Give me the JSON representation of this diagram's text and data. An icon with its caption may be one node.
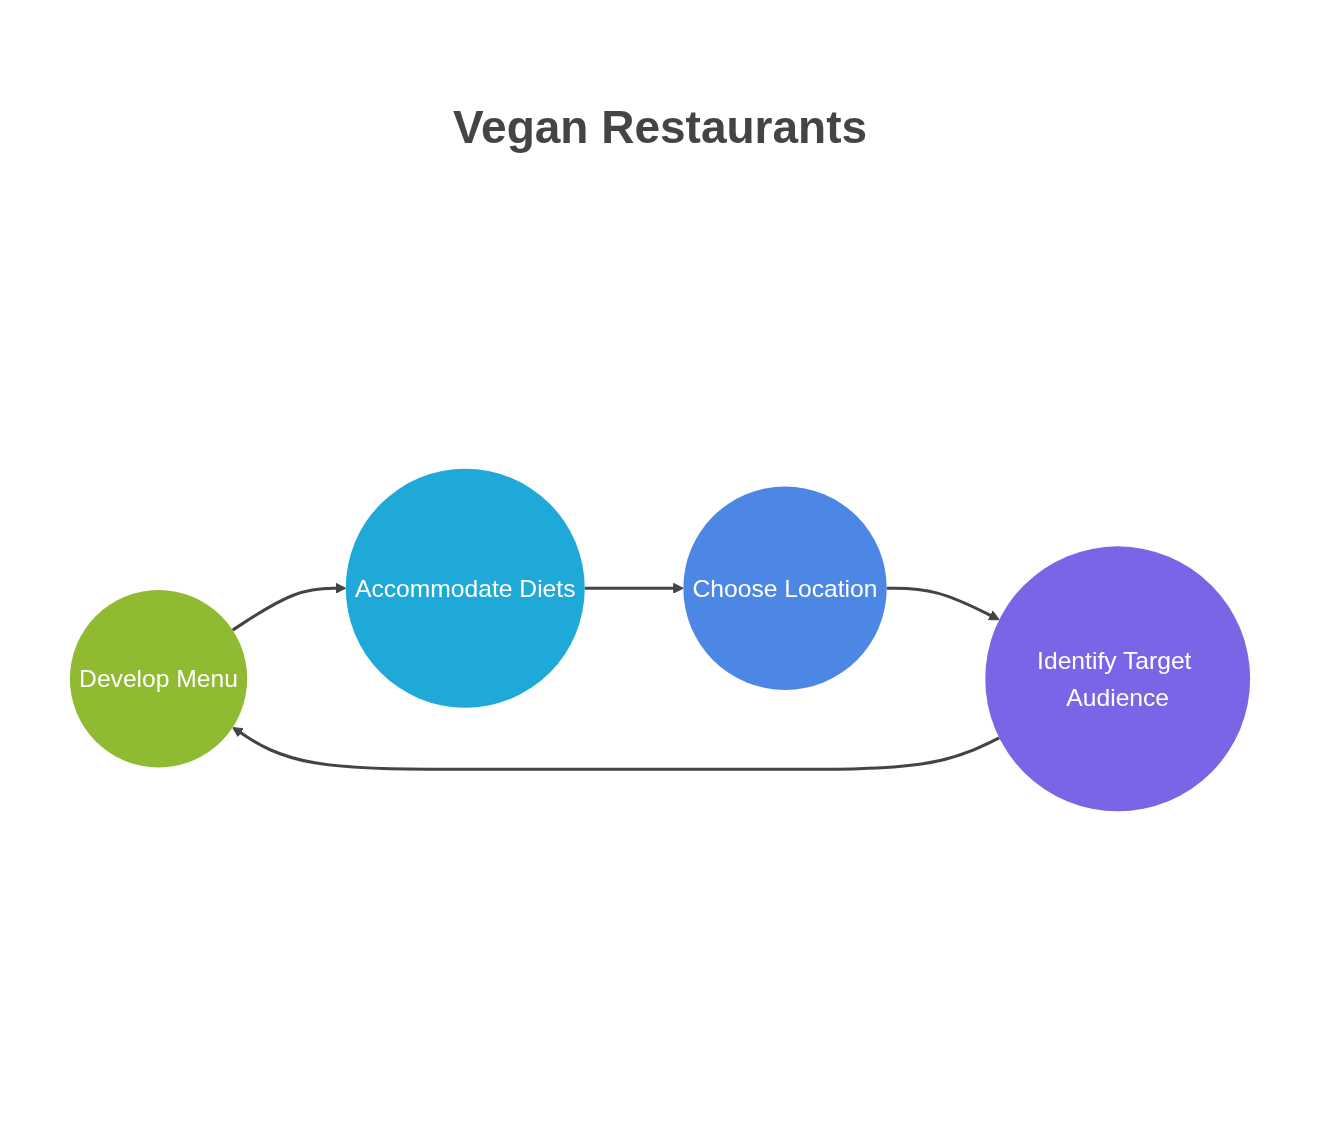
{
  "diagram": {
    "title": "Vegan Restaurants",
    "nodes": [
      {
        "text": [
          "Develop Menu"
        ]
      },
      {
        "text": [
          "Accommodate Diets"
        ]
      },
      {
        "text": [
          "Choose Location"
        ]
      },
      {
        "text": [
          "Identify Target Audience"
        ]
      }
    ],
    "edges": [
      {
        "from": 0,
        "to": 1,
        "arrow": "to"
      },
      {
        "from": 1,
        "to": 2,
        "arrow": "to"
      },
      {
        "from": 2,
        "to": 3,
        "arrow": "to"
      },
      {
        "from": 3,
        "to": 0,
        "arrow": "to"
      }
    ]
  }
}
